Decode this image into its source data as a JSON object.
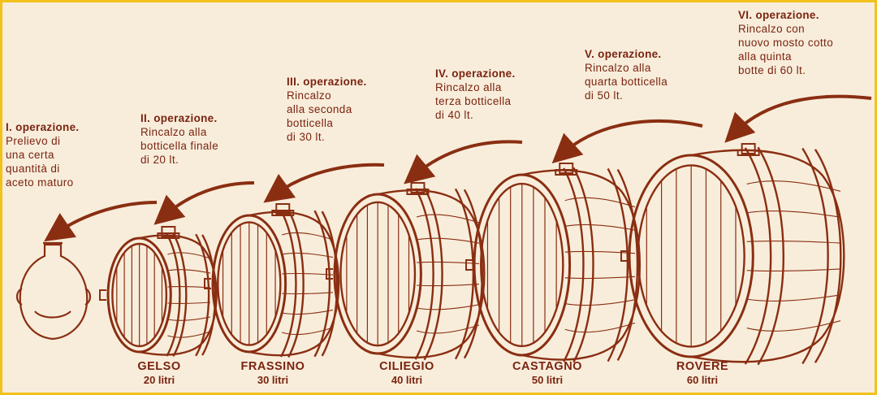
{
  "operations": [
    {
      "title": "I. operazione.",
      "body": "Prelievo di\nuna certa\nquantità di\naceto maturo"
    },
    {
      "title": "II. operazione.",
      "body": "Rincalzo alla\nbotticella finale\ndi 20 lt."
    },
    {
      "title": "III. operazione.",
      "body": "Rincalzo\nalla seconda\nbotticella\ndi 30 lt."
    },
    {
      "title": "IV. operazione.",
      "body": "Rincalzo alla\nterza botticella\ndi 40 lt."
    },
    {
      "title": "V. operazione.",
      "body": "Rincalzo alla\nquarta botticella\ndi 50 lt."
    },
    {
      "title": "VI. operazione.",
      "body": "Rincalzo con\nnuovo mosto cotto\nalla quinta\nbotte di 60 lt."
    }
  ],
  "barrels": [
    {
      "wood": "GELSO",
      "capacity": "20 litri"
    },
    {
      "wood": "FRASSINO",
      "capacity": "30 litri"
    },
    {
      "wood": "CILIEGIO",
      "capacity": "40 litri"
    },
    {
      "wood": "CASTAGNO",
      "capacity": "50 litri"
    },
    {
      "wood": "ROVERE",
      "capacity": "60 litri"
    }
  ],
  "colors": {
    "ink": "#8a2e12",
    "paper": "#f8eddb",
    "border": "#f2c21b"
  }
}
